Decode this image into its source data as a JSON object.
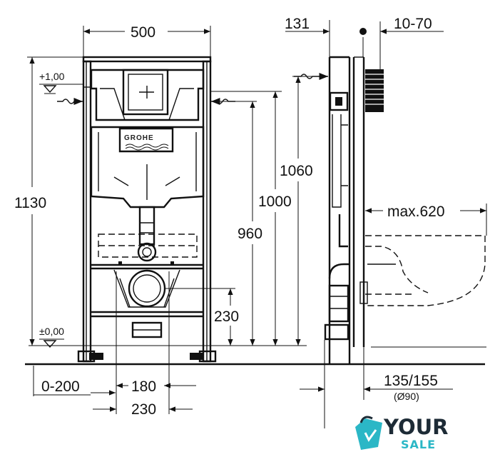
{
  "front_view": {
    "width_total": "500",
    "height_total": "1130",
    "level_top": "+1,00",
    "level_floor": "±0,00",
    "outlet_offset": "0-200",
    "outlet_width": "180",
    "fixing_width": "230",
    "outlet_height": "230",
    "height_960": "960",
    "height_1000": "1000",
    "height_1060": "1060",
    "brand": "GROHE"
  },
  "side_view": {
    "depth_131": "131",
    "wall_range": "10-70",
    "bowl_projection": "max.620",
    "pipe_height": "135/155",
    "pipe_diameter": "(Ø90)"
  },
  "watermark": {
    "word1": "YOUR",
    "word2": "SALE",
    "colors": {
      "dark": "#1d2b36",
      "accent": "#2bb7c6"
    }
  }
}
